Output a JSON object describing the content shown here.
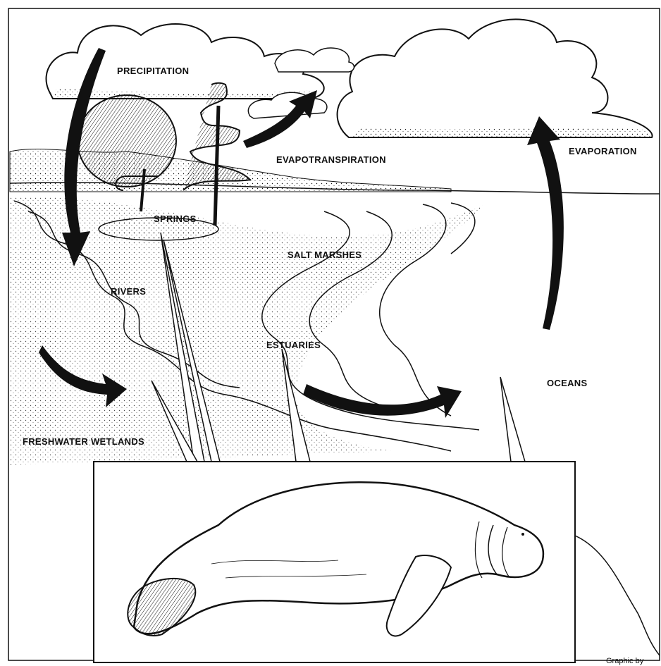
{
  "labels": {
    "precipitation": "PRECIPITATION",
    "evapotranspiration": "EVAPOTRANSPIRATION",
    "evaporation": "EVAPORATION",
    "springs": "SPRINGS",
    "salt_marshes": "SALT MARSHES",
    "rivers": "RIVERS",
    "estuaries": "ESTUARIES",
    "oceans": "OCEANS",
    "freshwater_wetlands": "FRESHWATER WETLANDS"
  },
  "credit": "Graphic by",
  "colors": {
    "ink": "#111111",
    "paper": "#ffffff"
  }
}
